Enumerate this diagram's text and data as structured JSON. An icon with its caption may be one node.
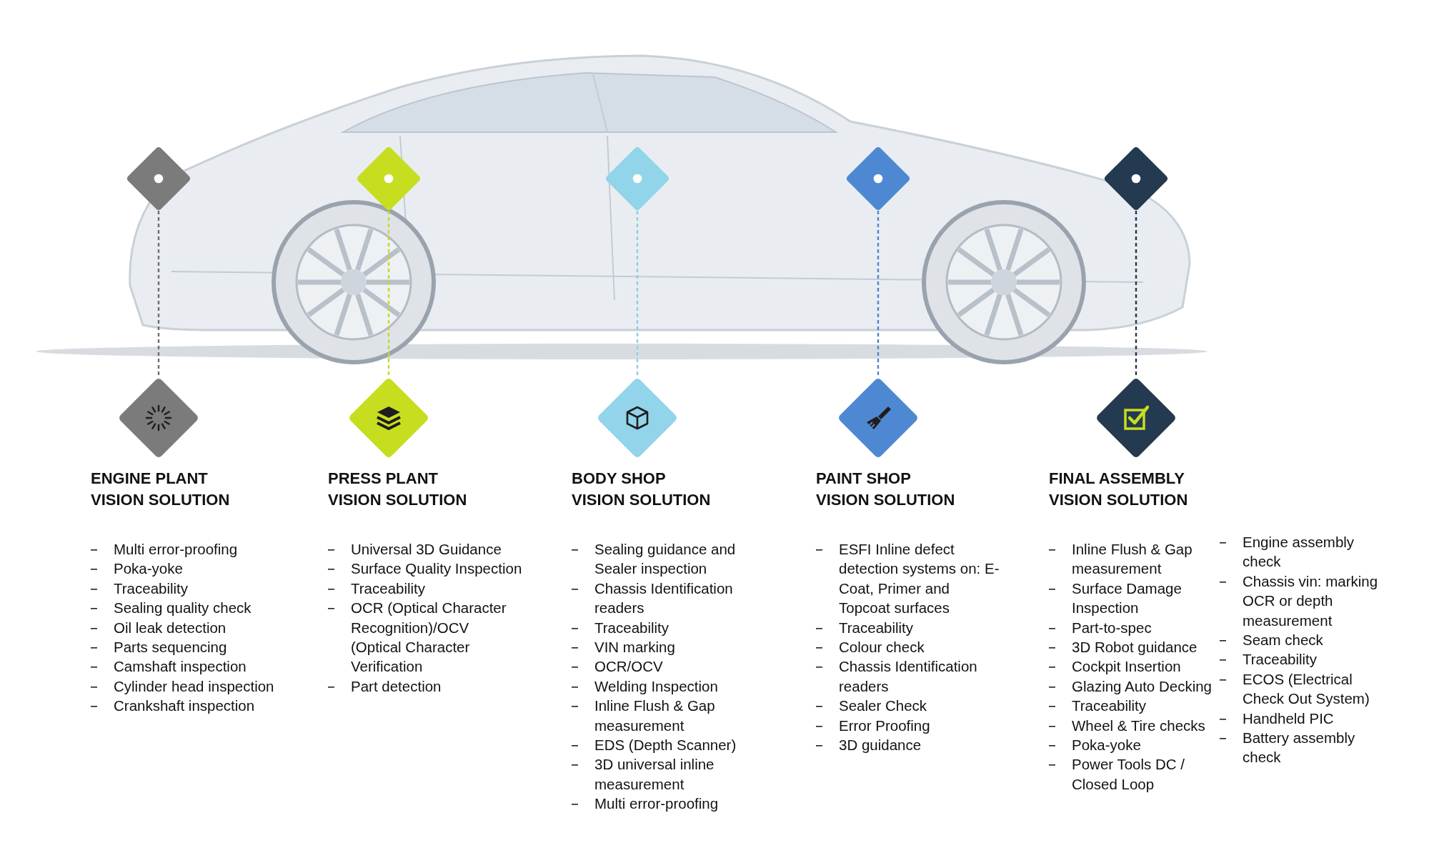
{
  "diagram": {
    "nodes": [
      {
        "text": [],
        "shape": "picture"
      },
      {
        "text": [],
        "shape": "diamond",
        "in": 0
      },
      {
        "text": [],
        "shape": "diamond",
        "in": 0
      },
      {
        "text": [],
        "shape": "diamond",
        "in": 0
      },
      {
        "text": [],
        "shape": "diamond",
        "in": 0
      },
      {
        "text": [],
        "shape": "diamond",
        "in": 0
      },
      {
        "text": [],
        "shape": "diamond",
        "beside": [
          "ENGINE PLANT VISION SOLUTION",
          "Multi error-proofing",
          "Poka-yoke",
          "Traceability",
          "Sealing quality check",
          "Oil leak detection",
          "Parts sequencing",
          "Camshaft inspection",
          "Cylinder head inspection",
          "Crankshaft inspection"
        ]
      },
      {
        "text": [],
        "shape": "diamond",
        "beside": [
          "PRESS PLANT VISION SOLUTION",
          "Universal 3D Guidance",
          "Surface Quality Inspection",
          "Traceability",
          "OCR (Optical Character Recognition)/OCV (Optical Character Verification",
          "Part detection"
        ]
      },
      {
        "text": [],
        "shape": "diamond",
        "beside": [
          "BODY SHOP VISION SOLUTION",
          "Sealing guidance and Sealer inspection",
          "Chassis Identification readers",
          "Traceability",
          "VIN marking",
          "OCR/OCV",
          "Welding Inspection",
          "Inline Flush & Gap measurement",
          "EDS (Depth Scanner)",
          "3D universal inline measurement",
          "Multi error-proofing"
        ]
      },
      {
        "text": [],
        "shape": "diamond",
        "beside": [
          "PAINT SHOP VISION SOLUTION",
          "ESFI Inline defect detection systems on: E-Coat, Primer and Topcoat surfaces",
          "Traceability",
          "Colour check",
          "Chassis Identification readers",
          "Sealer Check",
          "Error Proofing",
          "3D guidance"
        ]
      },
      {
        "text": [],
        "shape": "diamond",
        "beside": [
          "FINAL ASSEMBLY VISION SOLUTION",
          "Inline Flush & Gap measurement",
          "Surface Damage Inspection",
          "Part-to-spec",
          "3D Robot guidance",
          "Cockpit Insertion",
          "Glazing Auto Decking",
          "Traceability",
          "Wheel & Tire checks",
          "Poka-yoke",
          "Power Tools DC / Closed Loop",
          "Engine assembly check",
          "Chassis vin: marking OCR or depth measurement",
          "Seam check",
          "Traceability",
          "ECOS (Electrical Check Out System)",
          "Handheld PIC",
          "Battery assembly check"
        ]
      }
    ],
    "edges": [
      {
        "from": 1,
        "to": 6,
        "arrow": "none",
        "style": "dashed",
        "color": "#6f6f6f"
      },
      {
        "from": 2,
        "to": 7,
        "arrow": "none",
        "style": "dashed",
        "color": "#c3dc1c"
      },
      {
        "from": 3,
        "to": 8,
        "arrow": "none",
        "style": "dashed",
        "color": "#8ccfe6"
      },
      {
        "from": 4,
        "to": 9,
        "arrow": "none",
        "style": "dashed",
        "color": "#4f86cf"
      },
      {
        "from": 5,
        "to": 10,
        "arrow": "none",
        "style": "dashed",
        "color": "#24384d"
      }
    ]
  }
}
